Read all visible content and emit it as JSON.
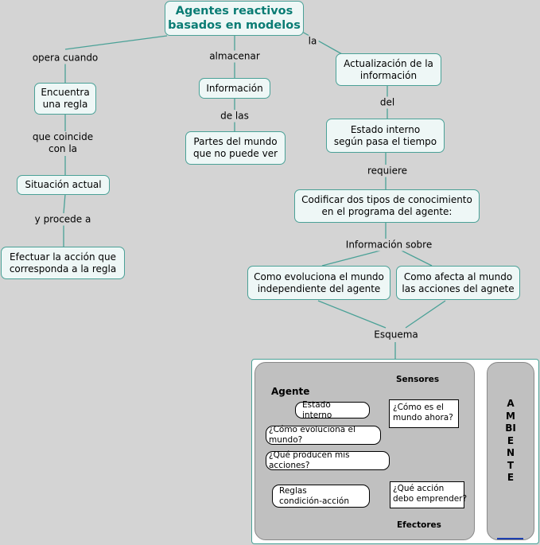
{
  "title": "Agentes reactivos\nbasados en modelos",
  "labels": {
    "opera_cuando": "opera cuando",
    "almacenar": "almacenar",
    "la": "la",
    "que_coincide": "que coincide\ncon la",
    "y_procede": "y procede a",
    "de_las": "de las",
    "del": "del",
    "requiere": "requiere",
    "informacion_sobre": "Información sobre",
    "esquema": "Esquema"
  },
  "nodes": {
    "encuentra": "Encuentra\nuna regla",
    "situacion": "Situación actual",
    "efectuar": "Efectuar la acción que\ncorresponda a la regla",
    "informacion": "Información",
    "partes": "Partes del mundo\nque no puede ver",
    "actualizacion": "Actualización de la\ninformación",
    "estado_interno": "Estado interno\nsegún pasa el tiempo",
    "codificar": "Codificar dos tipos de conocimiento\nen el programa del agente:",
    "como_evoluciona": "Como evoluciona el mundo\nindependiente del agente",
    "como_afecta": "Como afecta al mundo\nlas acciones del agnete"
  },
  "schema": {
    "agente": "Agente",
    "sensores": "Sensores",
    "efectores": "Efectores",
    "ambiente": "AMBIENTE",
    "estado_interno": "Estado interno",
    "como_evoluciona": "¿Cómo evoluciona el mundo?",
    "que_producen": "¿Qué producen mis acciones?",
    "reglas": "Reglas\ncondición-acción",
    "como_es": "¿Cómo es el\nmundo ahora?",
    "que_accion": "¿Qué acción\ndebo emprender?"
  }
}
